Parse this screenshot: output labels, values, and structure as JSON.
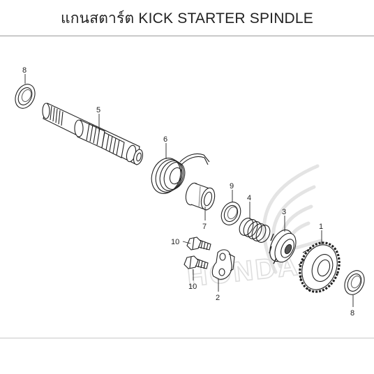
{
  "header": {
    "title": "แกนสตาร์ต  KICK STARTER SPINDLE"
  },
  "diagram": {
    "watermark": "HONDA",
    "callouts": [
      "8",
      "5",
      "6",
      "9",
      "4",
      "3",
      "1",
      "7",
      "10",
      "10",
      "2",
      "8"
    ]
  }
}
